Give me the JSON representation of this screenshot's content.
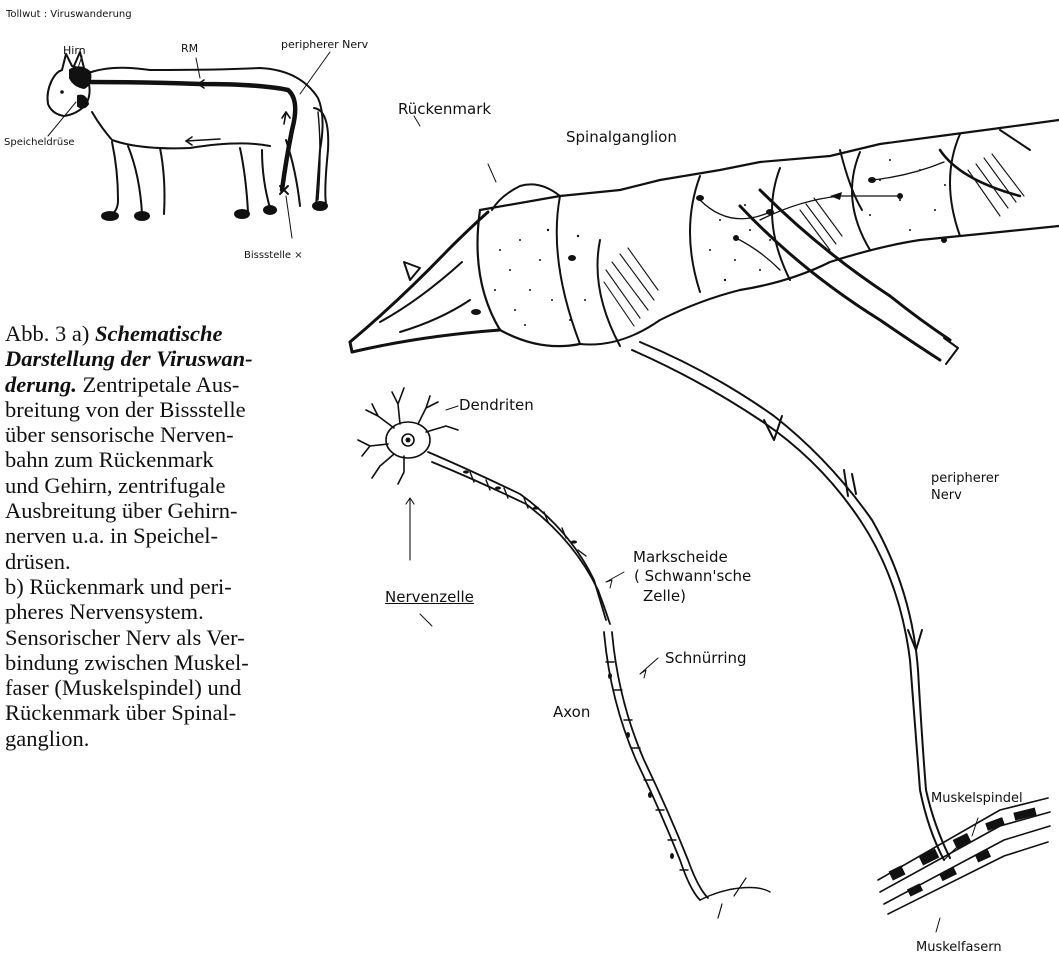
{
  "figure": {
    "top_title": "Tollwut :  Viruswanderung",
    "cat_labels": {
      "brain": "Hirn",
      "spinal_cord": "RM",
      "peripheral_nerve": "peripherer Nerv",
      "salivary_gland": "Speicheldrüse",
      "bite_site": "Bissstelle ×"
    },
    "caption": {
      "lines": [
        {
          "plain": "Abb. 3    a) ",
          "italic": "Schematische"
        },
        {
          "plain": "",
          "italic": "Darstellung der Viruswan-"
        },
        {
          "plain": "",
          "italic": "derung.",
          "rest": " Zentripetale Aus-"
        },
        {
          "plain": "breitung von der Bissstelle"
        },
        {
          "plain": "über sensorische Nerven-"
        },
        {
          "plain": "bahn zum Rückenmark"
        },
        {
          "plain": "und Gehirn, zentrifugale"
        },
        {
          "plain": "Ausbreitung über Gehirn-"
        },
        {
          "plain": "nerven u.a. in Speichel-"
        },
        {
          "plain": "drüsen."
        },
        {
          "plain": "b) Rückenmark und peri-"
        },
        {
          "plain": "pheres Nervensystem."
        },
        {
          "plain": "Sensorischer Nerv als Ver-"
        },
        {
          "plain": "bindung zwischen Muskel-"
        },
        {
          "plain": "faser (Muskelspindel) und"
        },
        {
          "plain": "Rückenmark über Spinal-"
        },
        {
          "plain": "ganglion."
        }
      ]
    },
    "diagram_labels": {
      "spinal_cord": "Rückenmark",
      "spinal_ganglion": "Spinalganglion",
      "dendrites": "Dendriten",
      "nerve_cell": "Nervenzelle",
      "myelin_sheath_1": "Markscheide",
      "myelin_sheath_2": "( Schwann'sche",
      "myelin_sheath_3": "Zelle)",
      "node": "Schnürring",
      "axon": "Axon",
      "peripheral_nerve_1": "peripherer",
      "peripheral_nerve_2": "Nerv",
      "muscle_spindle": "Muskelspindel",
      "muscle_fibers": "Muskelfasern"
    }
  }
}
